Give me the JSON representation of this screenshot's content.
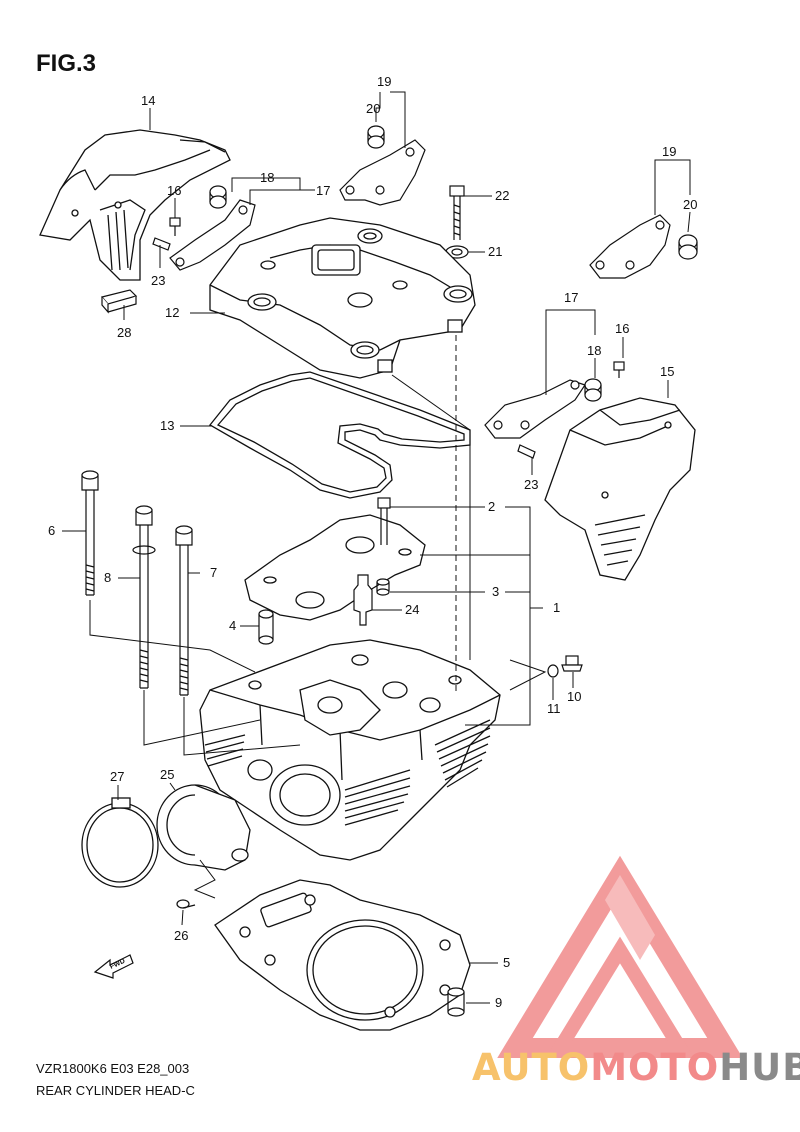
{
  "figure": {
    "title": "FIG.3",
    "model_code": "VZR1800K6 E03 E28_003",
    "caption": "REAR CYLINDER HEAD-C",
    "fwd_label": "FWD"
  },
  "callouts": [
    {
      "number": "1"
    },
    {
      "number": "2"
    },
    {
      "number": "3"
    },
    {
      "number": "4"
    },
    {
      "number": "5"
    },
    {
      "number": "6"
    },
    {
      "number": "7"
    },
    {
      "number": "8"
    },
    {
      "number": "9"
    },
    {
      "number": "10"
    },
    {
      "number": "11"
    },
    {
      "number": "12"
    },
    {
      "number": "13"
    },
    {
      "number": "14"
    },
    {
      "number": "15"
    },
    {
      "number": "16"
    },
    {
      "number": "16"
    },
    {
      "number": "17"
    },
    {
      "number": "17"
    },
    {
      "number": "18"
    },
    {
      "number": "18"
    },
    {
      "number": "19"
    },
    {
      "number": "19"
    },
    {
      "number": "20"
    },
    {
      "number": "20"
    },
    {
      "number": "21"
    },
    {
      "number": "22"
    },
    {
      "number": "23"
    },
    {
      "number": "23"
    },
    {
      "number": "24"
    },
    {
      "number": "25"
    },
    {
      "number": "26"
    },
    {
      "number": "27"
    },
    {
      "number": "28"
    }
  ],
  "watermark": {
    "part1": "AUTO",
    "part2": "MOTO",
    "part3": "HUB",
    "colors": {
      "auto": "#f7c26b",
      "moto": "#f28a8a",
      "hub": "#8a8a8a",
      "logo": "#f08a8a"
    }
  },
  "colors": {
    "line": "#111111",
    "background": "#ffffff"
  }
}
